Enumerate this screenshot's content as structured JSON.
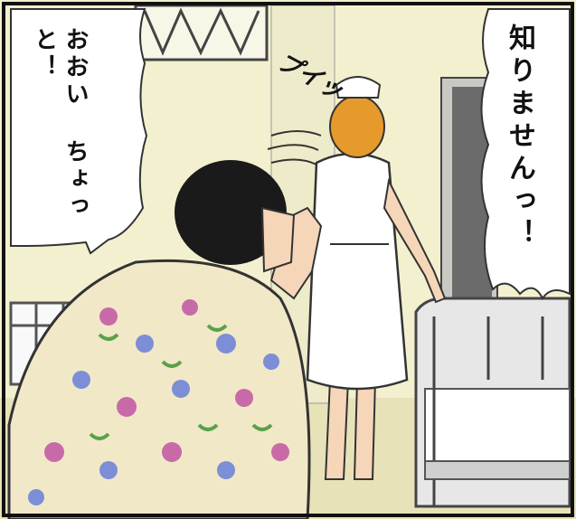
{
  "panel": {
    "speech_left": "おおい\nちょっと！",
    "speech_right": "知りませんっ！",
    "sound_effect": "プイッ"
  },
  "colors": {
    "wall": "#f3f0cf",
    "floor": "#e8e2b8",
    "nurse_uniform": "#ffffff",
    "nurse_hair": "#e79a2c",
    "man_hair": "#1a1a1a",
    "pajama_base": "#f1e8c8",
    "flower_pink": "#c96aa8",
    "flower_blue": "#7c8fd6",
    "leaf_green": "#5aa14a",
    "door_dark": "#6b6b6b"
  }
}
